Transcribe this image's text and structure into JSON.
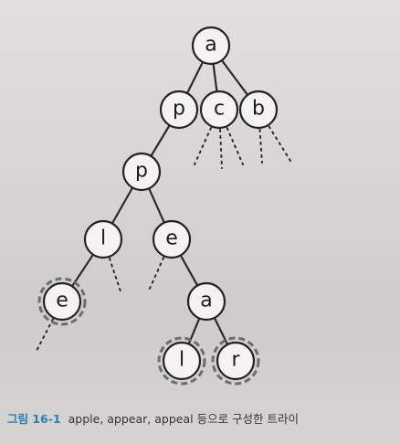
{
  "figure": {
    "caption_label": "그림 16-1",
    "caption_text": "apple, appear, appeal 등으로 구성한 트라이"
  },
  "trie": {
    "nodes": [
      {
        "id": "root",
        "label": "a",
        "terminal": false
      },
      {
        "id": "p1",
        "label": "p",
        "terminal": false
      },
      {
        "id": "c",
        "label": "c",
        "terminal": false
      },
      {
        "id": "b",
        "label": "b",
        "terminal": false
      },
      {
        "id": "p2",
        "label": "p",
        "terminal": false
      },
      {
        "id": "l1",
        "label": "l",
        "terminal": false
      },
      {
        "id": "e1",
        "label": "e",
        "terminal": false
      },
      {
        "id": "e2",
        "label": "e",
        "terminal": true
      },
      {
        "id": "a2",
        "label": "a",
        "terminal": false
      },
      {
        "id": "l2",
        "label": "l",
        "terminal": true
      },
      {
        "id": "r",
        "label": "r",
        "terminal": true
      }
    ],
    "edges": [
      [
        "root",
        "p1"
      ],
      [
        "root",
        "c"
      ],
      [
        "root",
        "b"
      ],
      [
        "p1",
        "p2"
      ],
      [
        "p2",
        "l1"
      ],
      [
        "p2",
        "e1"
      ],
      [
        "l1",
        "e2"
      ],
      [
        "e1",
        "a2"
      ],
      [
        "a2",
        "l2"
      ],
      [
        "a2",
        "r"
      ]
    ]
  }
}
